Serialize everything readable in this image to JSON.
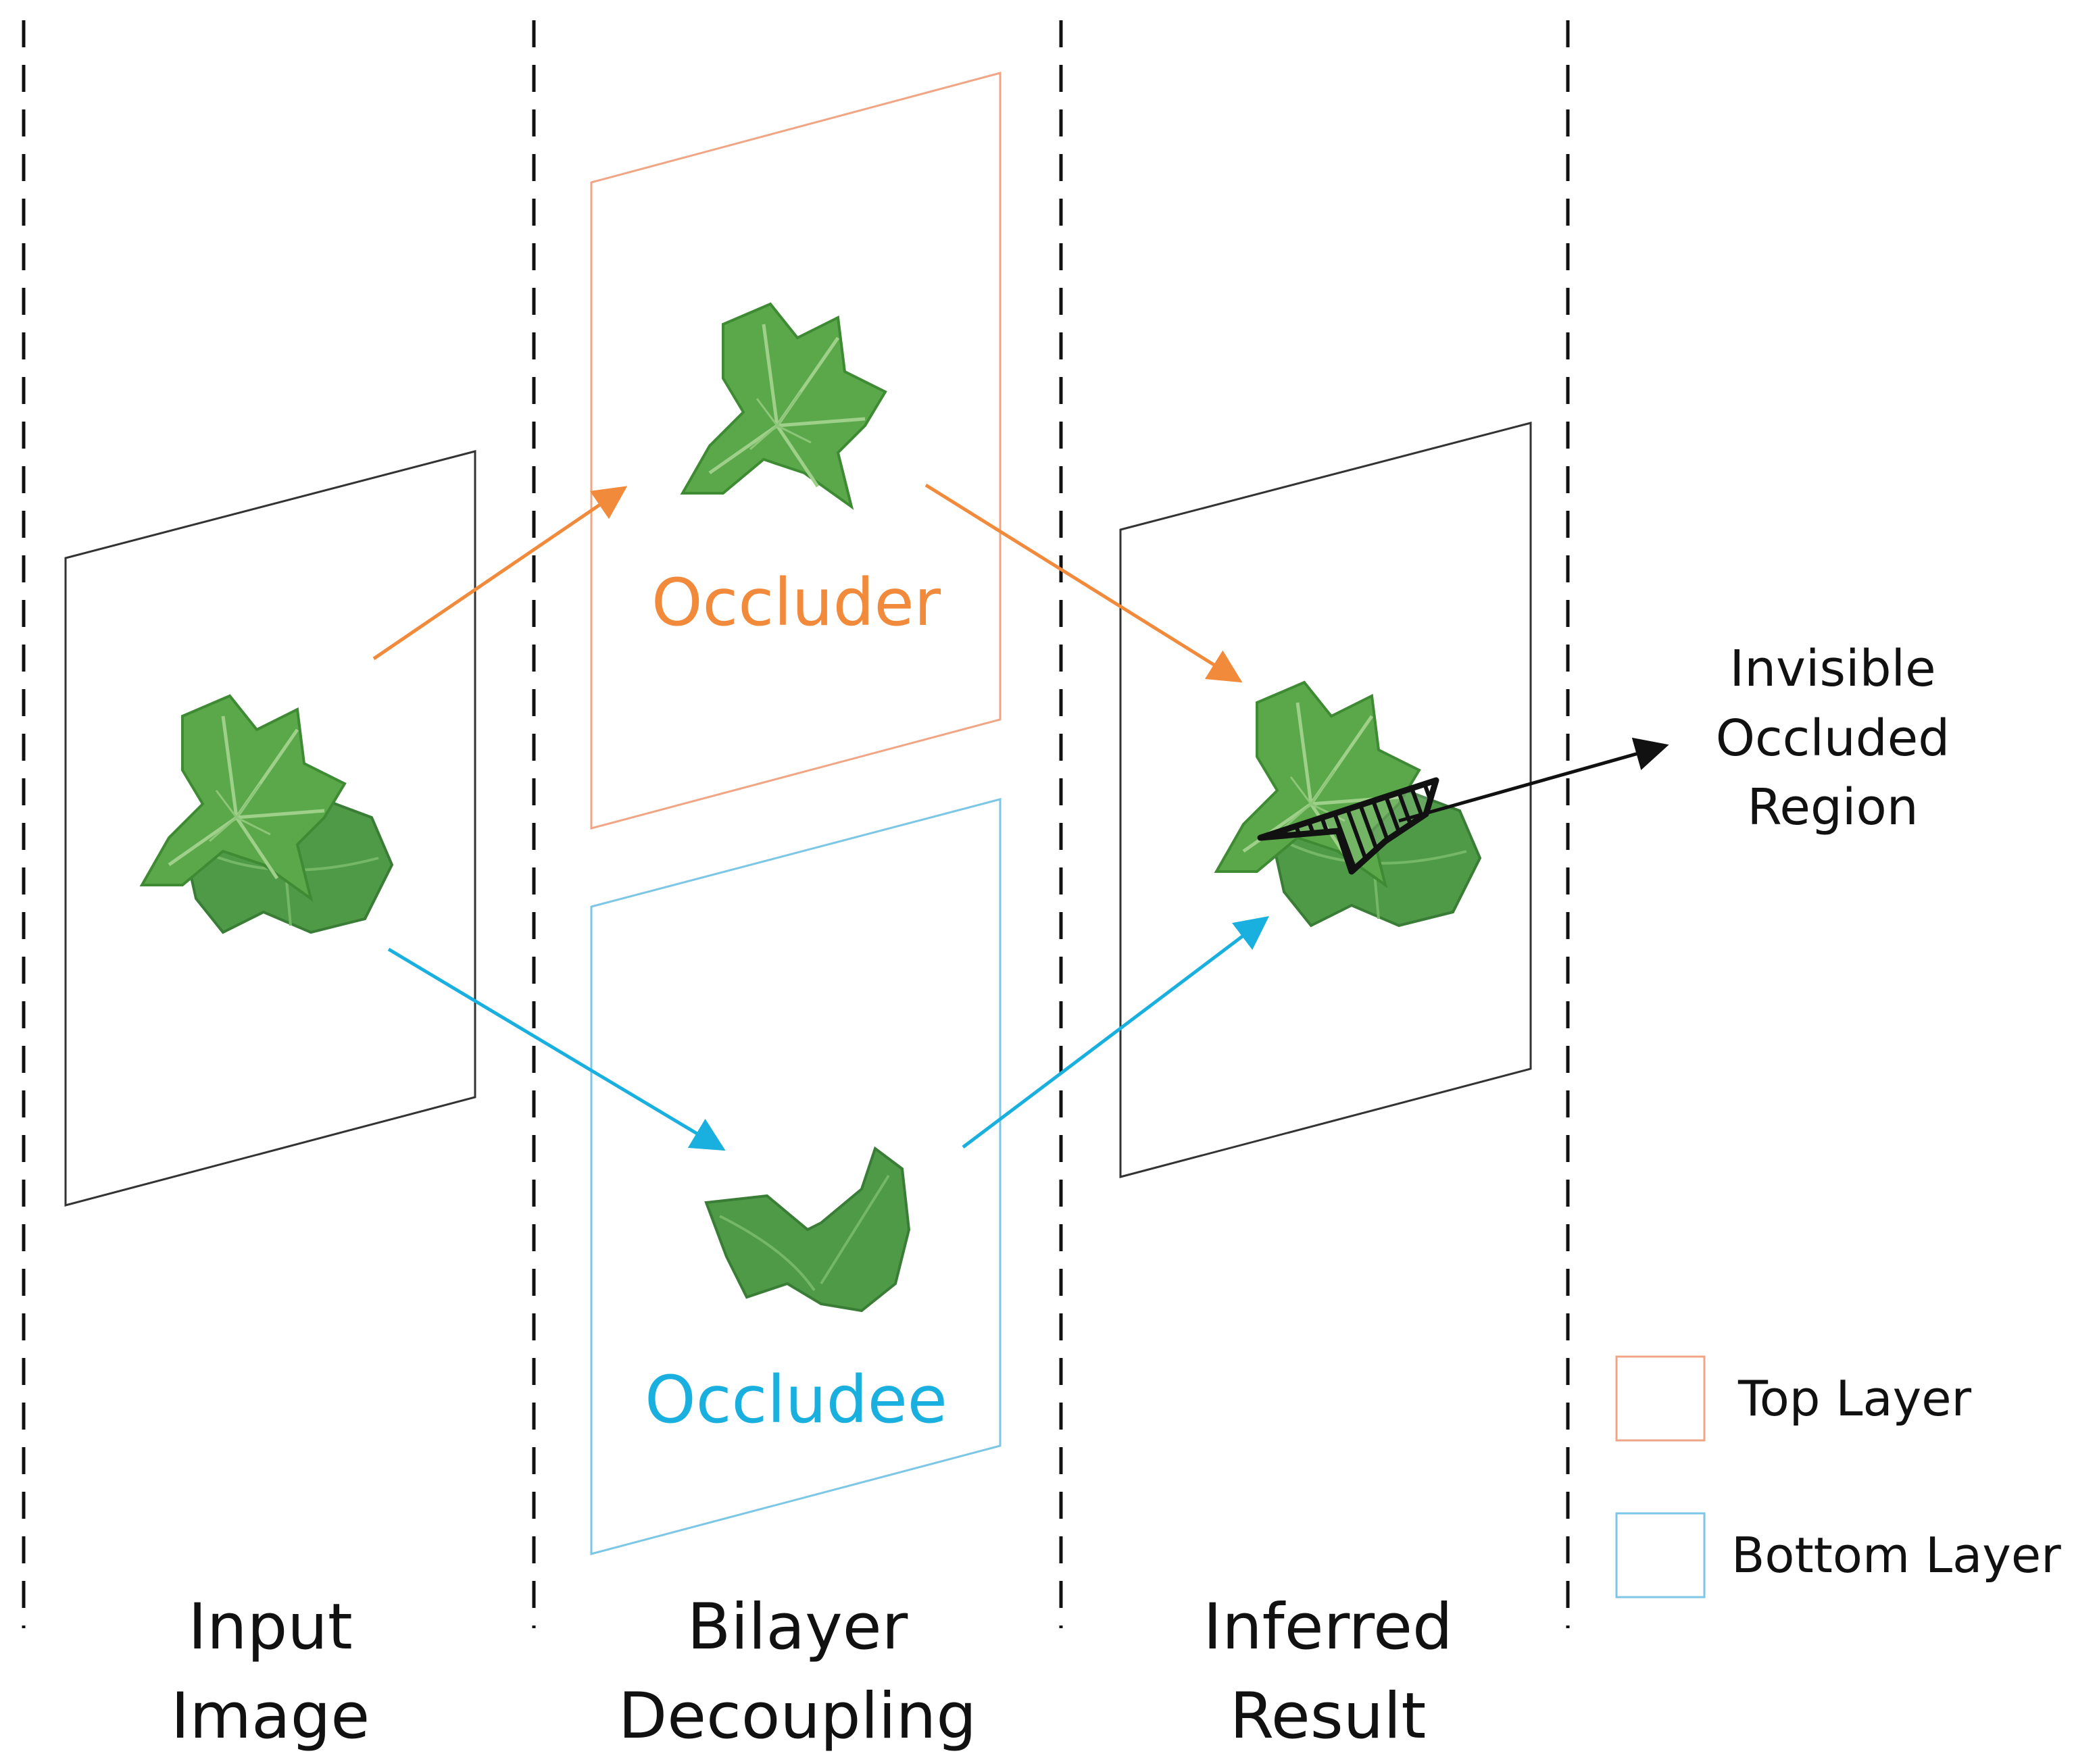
{
  "colors": {
    "occluder": "#f28a3c",
    "occludee": "#19b0df",
    "frame": "#333333",
    "leaf_top": "#5aa84a",
    "leaf_top_dark": "#3e8b34",
    "leaf_bottom": "#4e9a47",
    "leaf_bottom_dark": "#3a7d36",
    "vein": "#9fd08a",
    "dash": "#111111",
    "text": "#111111"
  },
  "stages": {
    "input": {
      "label_line1": "Input",
      "label_line2": "Image"
    },
    "decoupling": {
      "label_line1": "Bilayer",
      "label_line2": "Decoupling",
      "occluder_label": "Occluder",
      "occludee_label": "Occludee"
    },
    "result": {
      "label_line1": "Inferred",
      "label_line2": "Result"
    }
  },
  "annotation": {
    "line1": "Invisible",
    "line2": "Occluded",
    "line3": "Region"
  },
  "legend": {
    "items": [
      {
        "label": "Top Layer",
        "color": "#f0a584"
      },
      {
        "label": "Bottom Layer",
        "color": "#7cc6e6"
      }
    ]
  }
}
